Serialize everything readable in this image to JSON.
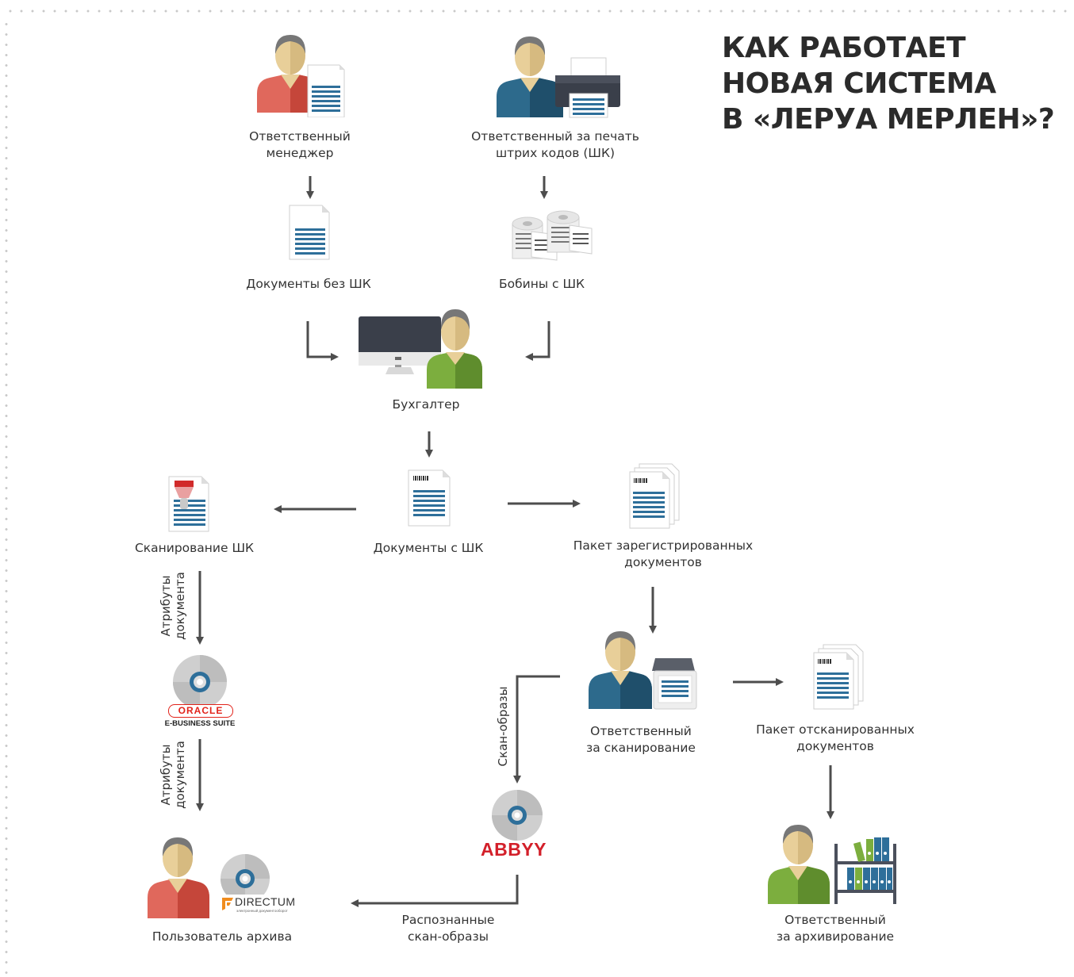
{
  "title": {
    "line1": "КАК РАБОТАЕТ",
    "line2": "НОВАЯ СИСТЕМА",
    "line3": "В «ЛЕРУА МЕРЛЕН»?"
  },
  "nodes": {
    "manager": {
      "line1": "Ответственный",
      "line2": "менеджер"
    },
    "printer": {
      "line1": "Ответственный за печать",
      "line2": "штрих кодов (ШК)"
    },
    "docs_no_bc": {
      "line1": "Документы без ШК"
    },
    "reels": {
      "line1": "Бобины с ШК"
    },
    "accountant": {
      "line1": "Бухгалтер"
    },
    "scan_bc": {
      "line1": "Сканирование ШК"
    },
    "docs_bc": {
      "line1": "Документы с ШК"
    },
    "pack_reg": {
      "line1": "Пакет зарегистрированных",
      "line2": "документов"
    },
    "scan_person": {
      "line1": "Ответственный",
      "line2": "за сканирование"
    },
    "pack_scan": {
      "line1": "Пакет отсканированных",
      "line2": "документов"
    },
    "archive_user": {
      "line1": "Пользователь архива"
    },
    "recognized": {
      "line1": "Распознанные",
      "line2": "скан-образы"
    },
    "archiver": {
      "line1": "Ответственный",
      "line2": "за архивирование"
    }
  },
  "edge_labels": {
    "attrs1": {
      "line1": "Атрибуты",
      "line2": "документа"
    },
    "attrs2": {
      "line1": "Атрибуты",
      "line2": "документа"
    },
    "scan_images": "Скан-образы"
  },
  "logos": {
    "oracle": "ORACLE",
    "oracle_sub": "E-BUSINESS SUITE",
    "abbyy": "ABBYY",
    "directum": "DIRECTUM",
    "directum_sub": "электронный документооборот"
  },
  "colors": {
    "arrow": "#4d4d4d",
    "doc_lines": "#2e6f9a",
    "red_shirt": "#e0685c",
    "blue_shirt": "#2d6a8c",
    "green_shirt": "#7cae3e",
    "skin": "#e8cf99",
    "hair": "#777777",
    "oracle_red": "#e2231a",
    "abbyy_red": "#d3202a",
    "directum_orange": "#f08c1e"
  }
}
